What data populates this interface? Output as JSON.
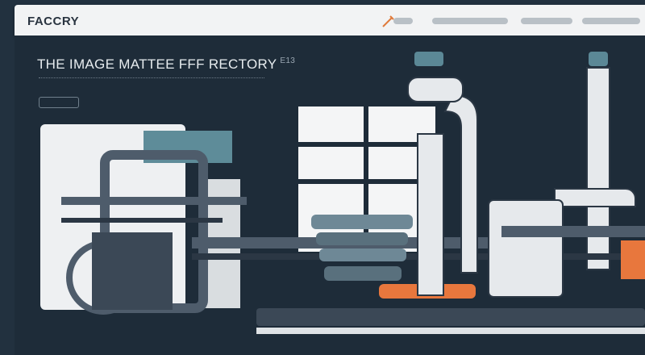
{
  "header": {
    "brand": "FACCRY"
  },
  "hero": {
    "title": "THE IMAGE MATTEE FFF RECTORY",
    "title_suffix": "E13"
  },
  "icons": {
    "edit": "pencil-icon"
  },
  "colors": {
    "background": "#1e2c39",
    "topbar": "#f2f3f4",
    "accent_orange": "#e8773d",
    "steel": "#4e5c6b",
    "pale": "#e6e9ec"
  }
}
